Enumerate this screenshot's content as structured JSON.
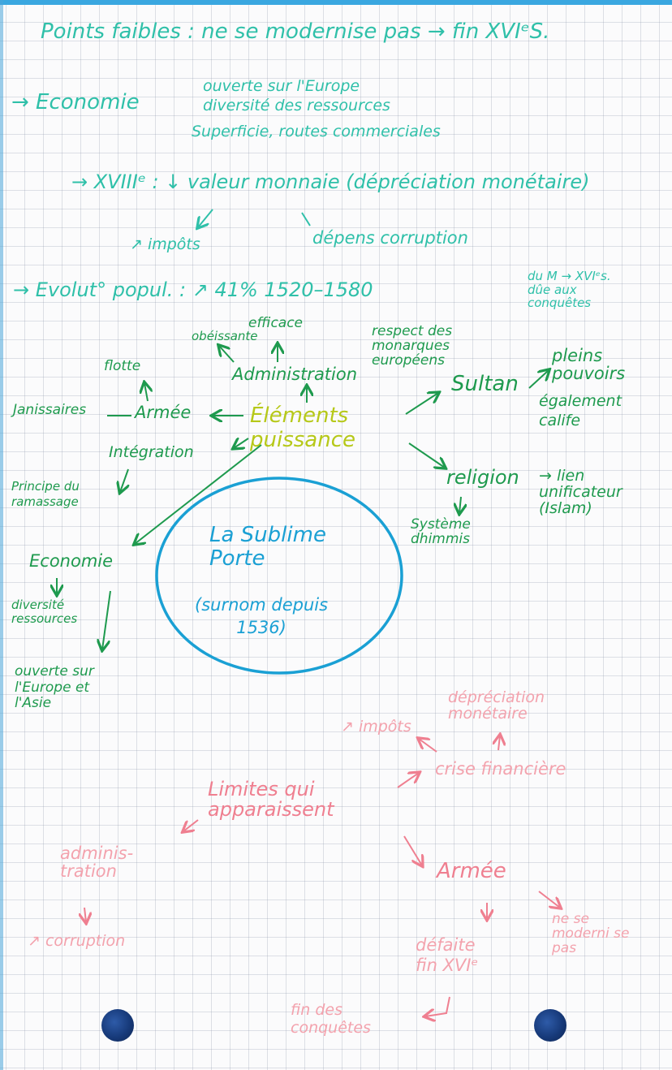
{
  "header": {
    "weak_points": "Points faibles : ne se modernise pas → fin XVIᵉS."
  },
  "economy_top": {
    "label": "→ Economie",
    "line1": "ouverte sur l'Europe",
    "line2": "diversité des ressources",
    "line3": "Superficie, routes commerciales"
  },
  "xviii": {
    "line": "→ XVIIIᵉ : ↓ valeur monnaie (dépréciation monétaire)",
    "impots": "↗ impôts",
    "corruption": "dépens corruption"
  },
  "population": {
    "line": "→ Evolut° popul. : ↗ 41% 1520–1580",
    "note": "du M → XVIᵉs.\ndûe aux\nconquêtes"
  },
  "green_map": {
    "center": "Éléments\npuissance",
    "efficace": "efficace",
    "obeissante": "obéissante",
    "administration": "Administration",
    "flotte": "flotte",
    "armee": "Armée",
    "janissaires": "Janissaires",
    "integration": "Intégration",
    "principe": "Principe du\nramassage",
    "economie": "Economie",
    "diversite": "diversité\nressources",
    "ouverte": "ouverte sur\nl'Europe et\nl'Asie",
    "respect": "respect des\nmonarques\neuropéens",
    "sultan": "Sultan",
    "pleins": "pleins\npouvoirs",
    "egalement": "également\ncalife",
    "religion": "religion",
    "lien": "→ lien\nunificateur\n(Islam)",
    "systeme": "Système\ndhimmis"
  },
  "circle": {
    "title": "La Sublime\nPorte",
    "subtitle": "(surnom depuis\n1536)"
  },
  "limits": {
    "center": "Limites qui\napparaissent",
    "depreciation": "dépréciation\nmonétaire",
    "impots": "↗ impôts",
    "crise": "crise financière",
    "administration": "adminis-\ntration",
    "corruption": "↗ corruption",
    "armee": "Armée",
    "modernise": "ne se\nmoderni se\npas",
    "defaite": "défaite\nfin XVIᵉ",
    "fin_conquetes": "fin des\nconquêtes"
  },
  "colors": {
    "teal": "#2fc0a9",
    "green": "#1e9a4e",
    "yellow": "#b6c818",
    "blue": "#1aa0d4",
    "pink": "#ef7f90",
    "hole": "#173a7a"
  }
}
